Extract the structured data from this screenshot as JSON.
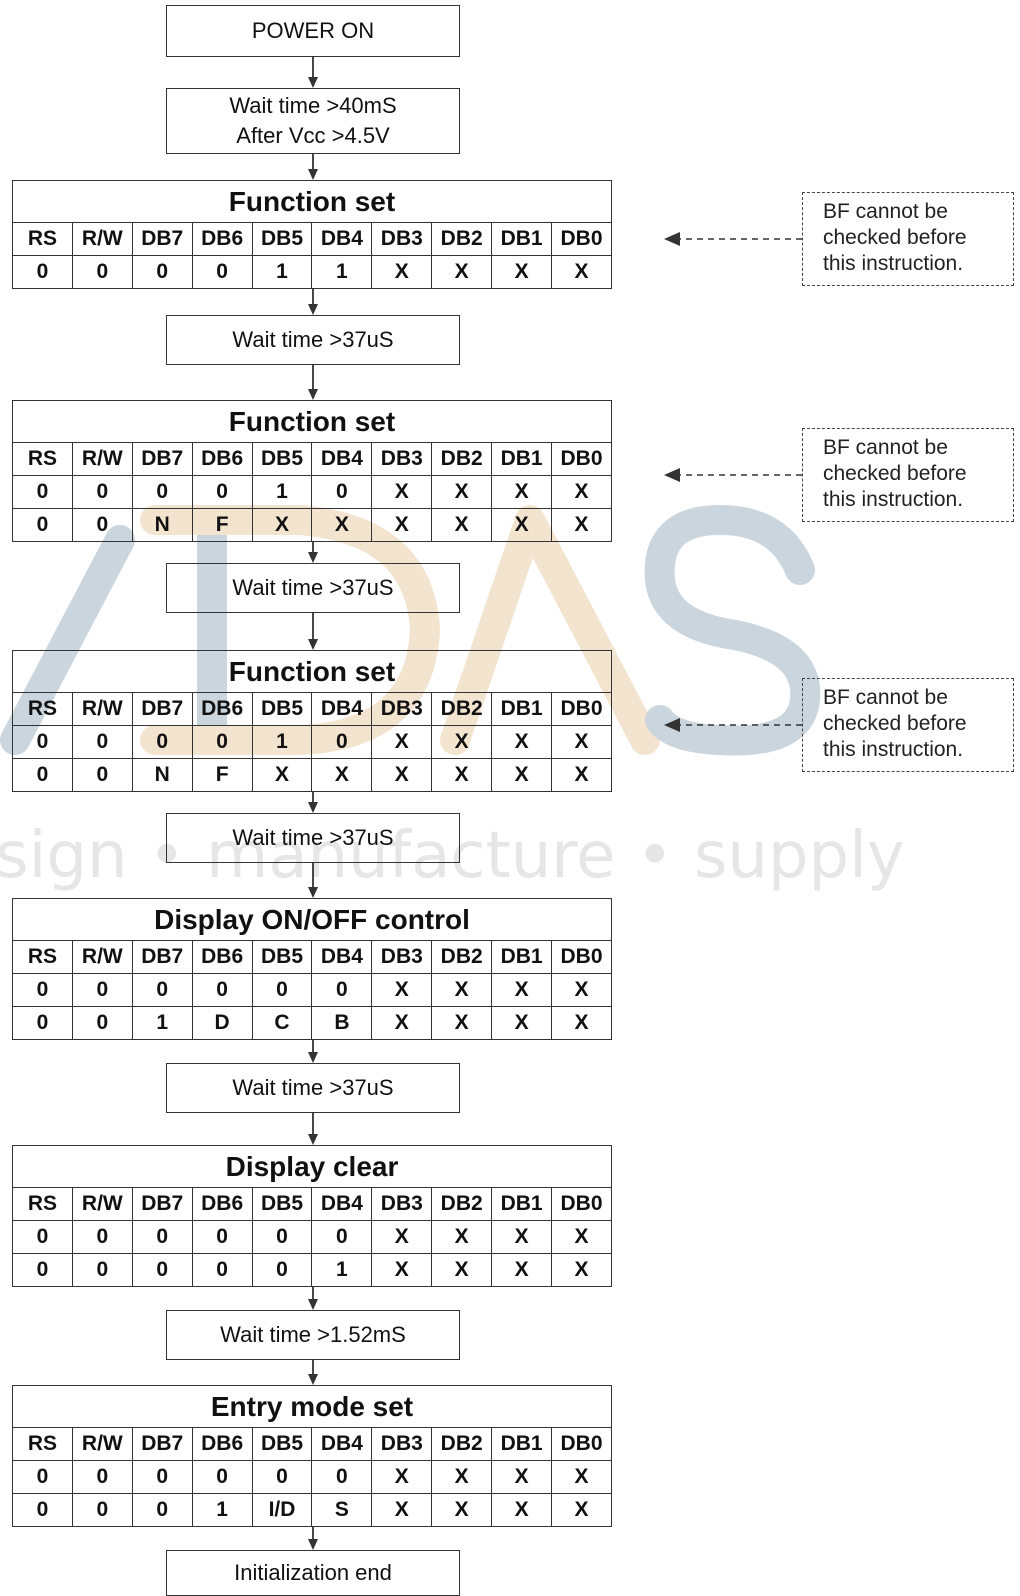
{
  "flow": [
    {
      "kind": "box",
      "lines": [
        "POWER ON"
      ]
    },
    {
      "kind": "box",
      "lines": [
        "Wait time >40mS",
        "After Vcc >4.5V"
      ]
    },
    {
      "kind": "table",
      "title": "Function set",
      "rows": [
        [
          "0",
          "0",
          "0",
          "0",
          "1",
          "1",
          "X",
          "X",
          "X",
          "X"
        ]
      ],
      "note": [
        "BF cannot be",
        "checked before",
        "this instruction."
      ]
    },
    {
      "kind": "box",
      "lines": [
        "Wait time >37uS"
      ]
    },
    {
      "kind": "table",
      "title": "Function set",
      "rows": [
        [
          "0",
          "0",
          "0",
          "0",
          "1",
          "0",
          "X",
          "X",
          "X",
          "X"
        ],
        [
          "0",
          "0",
          "N",
          "F",
          "X",
          "X",
          "X",
          "X",
          "X",
          "X"
        ]
      ],
      "note": [
        "BF cannot be",
        "checked before",
        "this instruction."
      ]
    },
    {
      "kind": "box",
      "lines": [
        "Wait time >37uS"
      ]
    },
    {
      "kind": "table",
      "title": "Function set",
      "rows": [
        [
          "0",
          "0",
          "0",
          "0",
          "1",
          "0",
          "X",
          "X",
          "X",
          "X"
        ],
        [
          "0",
          "0",
          "N",
          "F",
          "X",
          "X",
          "X",
          "X",
          "X",
          "X"
        ]
      ],
      "note": [
        "BF cannot be",
        "checked before",
        "this instruction."
      ]
    },
    {
      "kind": "box",
      "lines": [
        "Wait time >37uS"
      ]
    },
    {
      "kind": "table",
      "title": "Display ON/OFF control",
      "rows": [
        [
          "0",
          "0",
          "0",
          "0",
          "0",
          "0",
          "X",
          "X",
          "X",
          "X"
        ],
        [
          "0",
          "0",
          "1",
          "D",
          "C",
          "B",
          "X",
          "X",
          "X",
          "X"
        ]
      ]
    },
    {
      "kind": "box",
      "lines": [
        "Wait time >37uS"
      ]
    },
    {
      "kind": "table",
      "title": "Display clear",
      "rows": [
        [
          "0",
          "0",
          "0",
          "0",
          "0",
          "0",
          "X",
          "X",
          "X",
          "X"
        ],
        [
          "0",
          "0",
          "0",
          "0",
          "0",
          "1",
          "X",
          "X",
          "X",
          "X"
        ]
      ]
    },
    {
      "kind": "box",
      "lines": [
        "Wait time >1.52mS"
      ]
    },
    {
      "kind": "table",
      "title": "Entry mode set",
      "rows": [
        [
          "0",
          "0",
          "0",
          "0",
          "0",
          "0",
          "X",
          "X",
          "X",
          "X"
        ],
        [
          "0",
          "0",
          "0",
          "1",
          "I/D",
          "S",
          "X",
          "X",
          "X",
          "X"
        ]
      ]
    },
    {
      "kind": "box",
      "lines": [
        "Initialization end"
      ]
    }
  ],
  "columns": [
    "RS",
    "R/W",
    "DB7",
    "DB6",
    "DB5",
    "DB4",
    "DB3",
    "DB2",
    "DB1",
    "DB0"
  ],
  "watermark": {
    "letters": "MIDAS",
    "tagline": "design • manufacture • supply"
  },
  "colors": {
    "line": "#333333",
    "watermark_blue": "#cbd5dd",
    "watermark_tan": "#f3e4cf",
    "watermark_text": "#e6e6e6"
  }
}
